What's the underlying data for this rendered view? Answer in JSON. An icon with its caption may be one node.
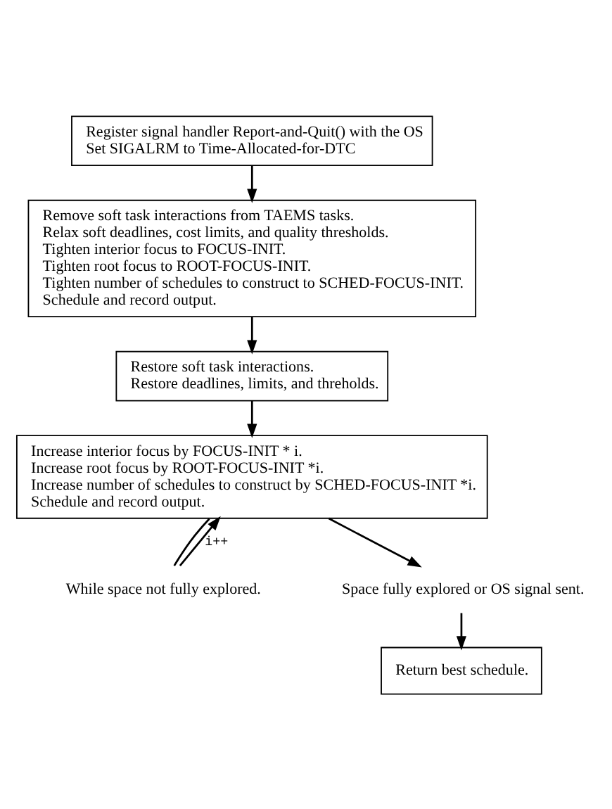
{
  "diagram": {
    "nodes": [
      {
        "text": [
          "Register signal handler Report-and-Quit() with the OS",
          "Set SIGALRM to Time-Allocated-for-DTC"
        ]
      },
      {
        "text": [
          "Remove soft task interactions from TAEMS tasks.",
          "Relax soft deadlines, cost limits, and quality thresholds.",
          "Tighten interior focus to FOCUS-INIT.",
          "Tighten root focus to ROOT-FOCUS-INIT.",
          "Tighten number of schedules to construct to SCHED-FOCUS-INIT.",
          "Schedule and record output."
        ]
      },
      {
        "text": [
          "Restore soft task interactions.",
          "Restore deadlines, limits, and threholds."
        ]
      },
      {
        "text": [
          "Increase interior focus by FOCUS-INIT * i.",
          "Increase root focus by ROOT-FOCUS-INIT *i.",
          "Increase number of schedules to construct by SCHED-FOCUS-INIT *i.",
          "Schedule and record output."
        ]
      },
      {
        "text": [
          "While space not fully explored."
        ]
      },
      {
        "text": [
          "Space fully explored or OS signal sent."
        ]
      },
      {
        "text": [
          "Return best schedule."
        ]
      }
    ],
    "edges": [
      {
        "from": 0,
        "to": 1,
        "arrow": "to"
      },
      {
        "from": 1,
        "to": 2,
        "arrow": "to"
      },
      {
        "from": 2,
        "to": 3,
        "arrow": "to"
      },
      {
        "from": 3,
        "to": 4,
        "arrow": "none"
      },
      {
        "from": 4,
        "to": 3,
        "arrow": "to",
        "label": "i++"
      },
      {
        "from": 3,
        "to": 5,
        "arrow": "to"
      },
      {
        "from": 5,
        "to": 6,
        "arrow": "to"
      }
    ]
  }
}
